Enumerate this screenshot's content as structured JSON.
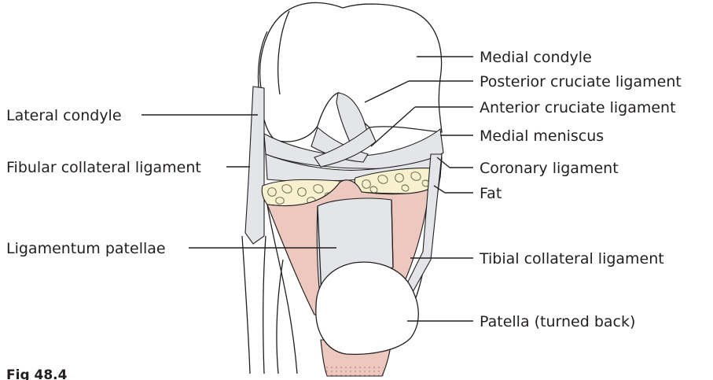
{
  "figure": {
    "caption": "Fig 48.4",
    "labels": {
      "medial_condyle": "Medial condyle",
      "posterior_cruciate": "Posterior cruciate ligament",
      "anterior_cruciate": "Anterior cruciate ligament",
      "medial_meniscus": "Medial meniscus",
      "coronary_ligament": "Coronary ligament",
      "fat": "Fat",
      "tibial_collateral": "Tibial collateral ligament",
      "patella": "Patella (turned back)",
      "lateral_condyle": "Lateral condyle",
      "fibular_collateral": "Fibular collateral ligament",
      "ligamentum_patellae": "Ligamentum patellae"
    },
    "colors": {
      "outline": "#231f20",
      "ligament": "#e3e5e8",
      "muscle_pink": "#ecc8bf",
      "fat": "#f7f1cf",
      "bone": "#ffffff"
    }
  }
}
